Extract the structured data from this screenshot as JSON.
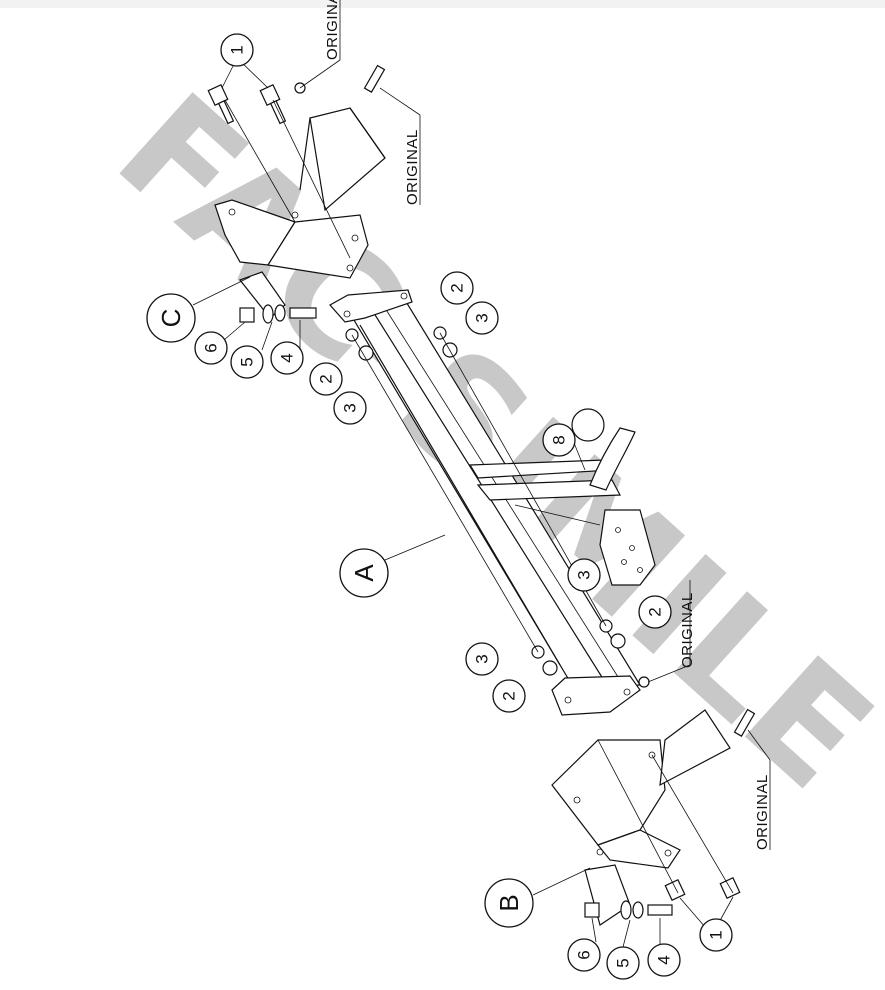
{
  "diagram": {
    "watermark": {
      "text": "FAC-SIMILE",
      "color": "#c8c8c8"
    },
    "part_labels": [
      "A",
      "B",
      "C"
    ],
    "callouts": [
      "1",
      "1",
      "2",
      "2",
      "2",
      "2",
      "3",
      "3",
      "3",
      "3",
      "4",
      "4",
      "5",
      "5",
      "6",
      "6",
      "8"
    ],
    "original_labels": [
      "ORIGINAL",
      "ORIGINAL",
      "ORIGINAL",
      "ORIGINAL"
    ]
  }
}
